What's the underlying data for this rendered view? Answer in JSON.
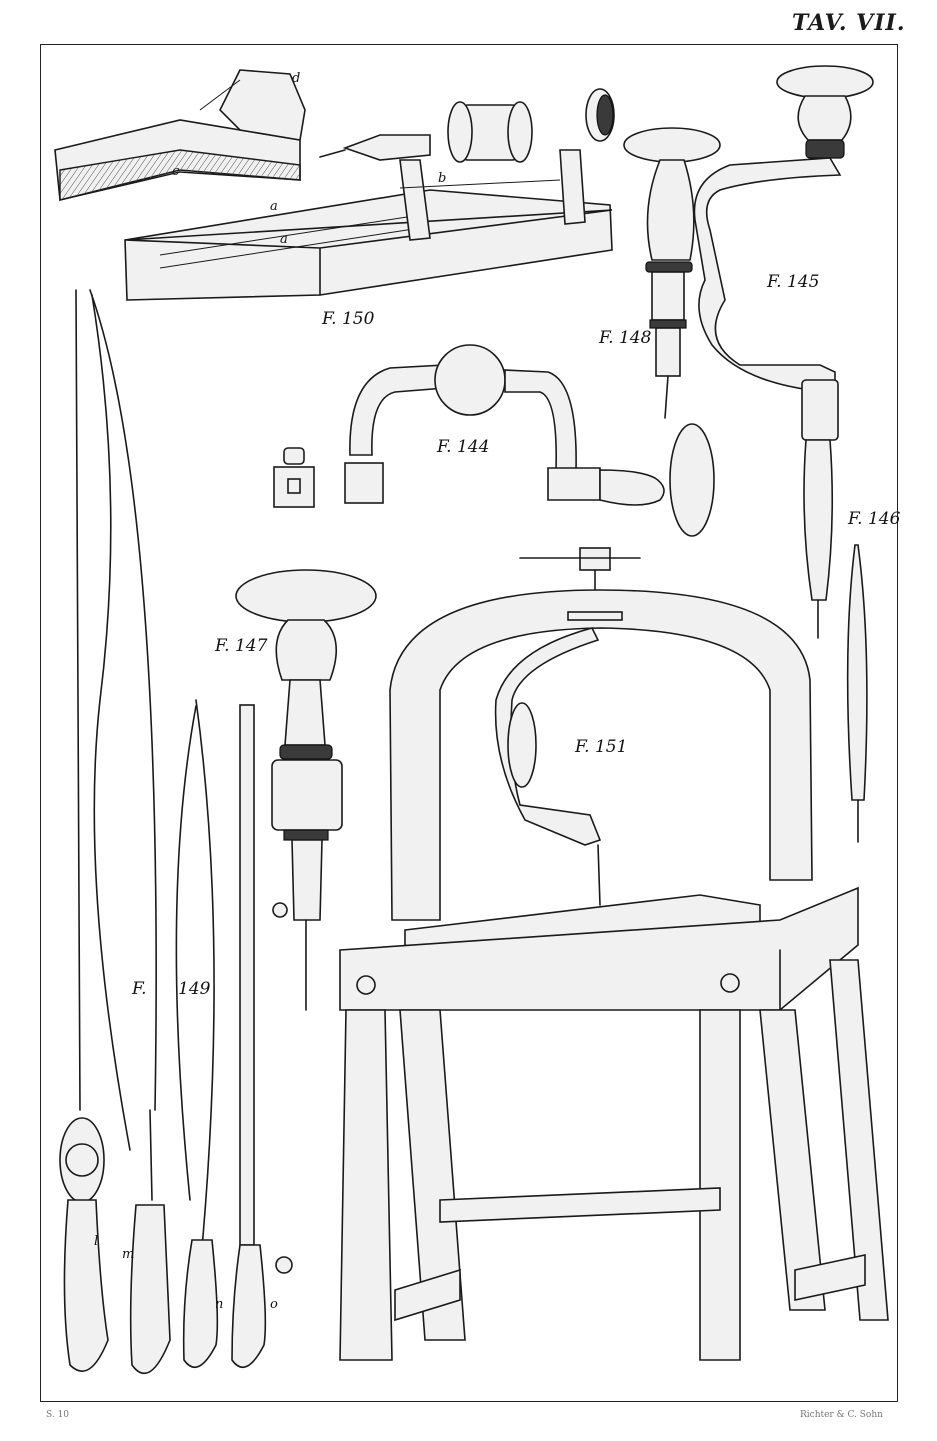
{
  "plate": {
    "title": "TAV. VII.",
    "footer_left": "S. 10",
    "footer_right": "Richter & C. Sohn"
  },
  "figures": {
    "f150": "F. 150",
    "f150_letters": {
      "a1": "a",
      "a2": "a",
      "b": "b",
      "c": "c",
      "d": "d"
    },
    "f148": "F. 148",
    "f145": "F. 145",
    "f144": "F. 144",
    "f146": "F. 146",
    "f147": "F. 147",
    "f151": "F. 151",
    "f149_prefix": "F.",
    "f149_number": "149",
    "f149_letters": {
      "l": "l",
      "m": "m",
      "n": "n",
      "o": "o"
    }
  }
}
